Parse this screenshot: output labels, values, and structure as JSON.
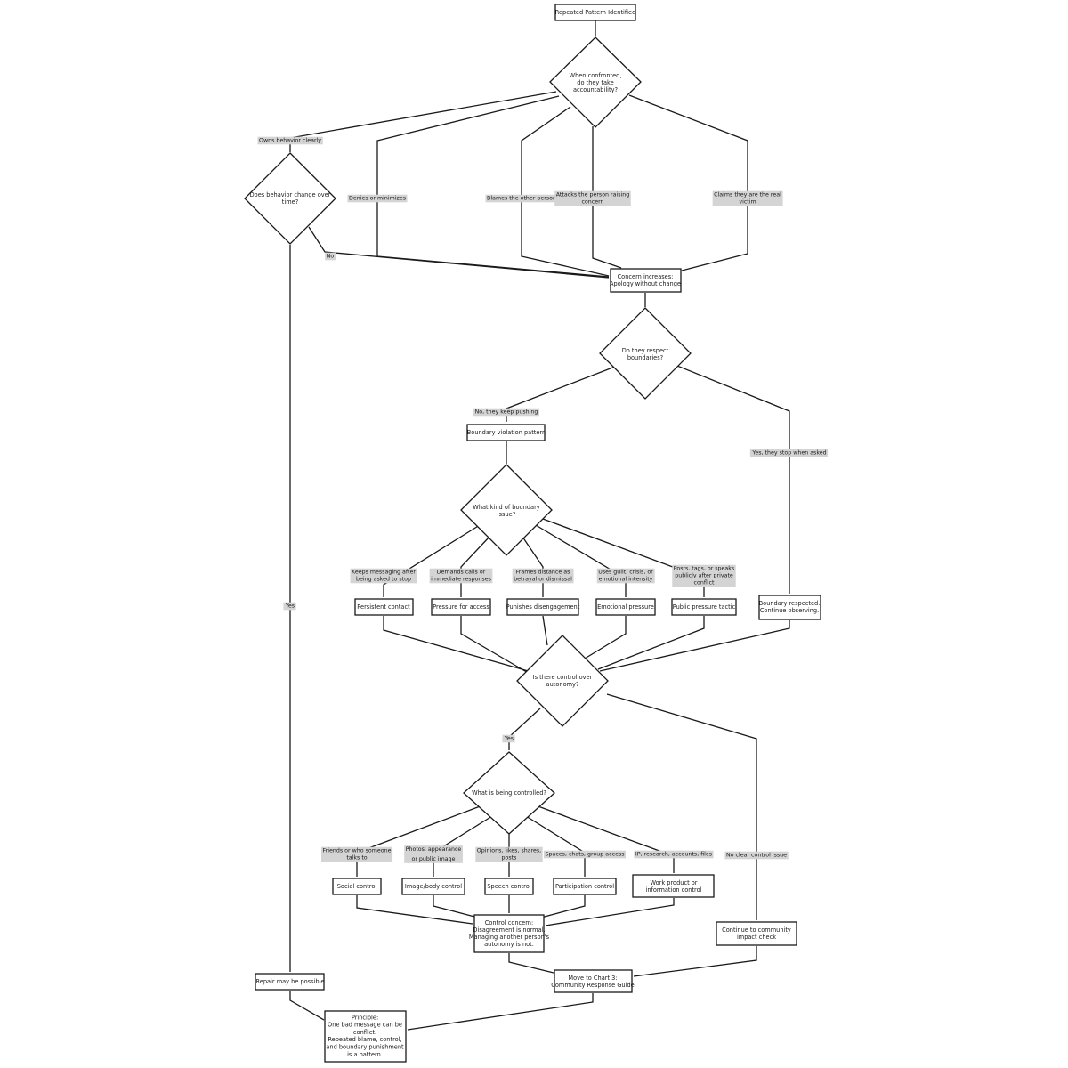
{
  "nodes": {
    "start": [
      "Repeated Pattern Identified"
    ],
    "accountability": [
      "When confronted,",
      "do they take",
      "accountability?"
    ],
    "behavior_change": [
      "Does behavior change over",
      "time?"
    ],
    "concern": [
      "Concern increases:",
      "Apology without change"
    ],
    "respect": [
      "Do they respect",
      "boundaries?"
    ],
    "violation": [
      "Boundary violation pattern"
    ],
    "boundary_kind": [
      "What kind of boundary",
      "issue?"
    ],
    "persistent": [
      "Persistent contact"
    ],
    "pressure_access": [
      "Pressure for access"
    ],
    "punishes": [
      "Punishes disengagement"
    ],
    "emotional": [
      "Emotional pressure"
    ],
    "public": [
      "Public pressure tactic"
    ],
    "respected": [
      "Boundary respected.",
      "Continue observing."
    ],
    "control_q": [
      "Is there control over",
      "autonomy?"
    ],
    "what_controlled": [
      "What is being controlled?"
    ],
    "social": [
      "Social control"
    ],
    "image_body": [
      "Image/body control"
    ],
    "speech": [
      "Speech control"
    ],
    "participation": [
      "Participation control"
    ],
    "work_product": [
      "Work product or",
      "information control"
    ],
    "control_concern": [
      "Control concern:",
      "Disagreement is normal.",
      "Managing another person's",
      "autonomy is not."
    ],
    "community_impact": [
      "Continue to community",
      "impact check"
    ],
    "repair": [
      "Repair may be possible"
    ],
    "chart3": [
      "Move to Chart 3:",
      "Community Response Guide"
    ],
    "principle": [
      "Principle:",
      "One bad message can be",
      "conflict.",
      "Repeated blame, control,",
      "and boundary punishment",
      "is a pattern."
    ]
  },
  "edge_labels": {
    "owns": [
      "Owns behavior clearly"
    ],
    "denies": [
      "Denies or minimizes"
    ],
    "blames": [
      "Blames the other person"
    ],
    "attacks": [
      "Attacks the person raising",
      "concern"
    ],
    "victim": [
      "Claims they are the real",
      "victim"
    ],
    "no": [
      "No"
    ],
    "yes_repair": [
      "Yes"
    ],
    "keep_pushing": [
      "No, they keep pushing"
    ],
    "stop_asked": [
      "Yes, they stop when asked"
    ],
    "keeps_messaging": [
      "Keeps messaging after",
      "being asked to stop"
    ],
    "demands_calls": [
      "Demands calls or",
      "immediate responses"
    ],
    "frames_distance": [
      "Frames distance as",
      "betrayal or dismissal"
    ],
    "uses_guilt": [
      "Uses guilt, crisis, or",
      "emotional intensity"
    ],
    "posts_tags": [
      "Posts, tags, or speaks",
      "publicly after private",
      "conflict"
    ],
    "yes_control": [
      "Yes"
    ],
    "no_clear": [
      "No clear control issue"
    ],
    "friends": [
      "Friends or who someone",
      "talks to"
    ],
    "photos": [
      "Photos, appearance",
      "or public image"
    ],
    "opinions": [
      "Opinions, likes, shares,",
      "posts"
    ],
    "spaces": [
      "Spaces, chats, group access"
    ],
    "ip": [
      "IP, research, accounts, files"
    ]
  }
}
